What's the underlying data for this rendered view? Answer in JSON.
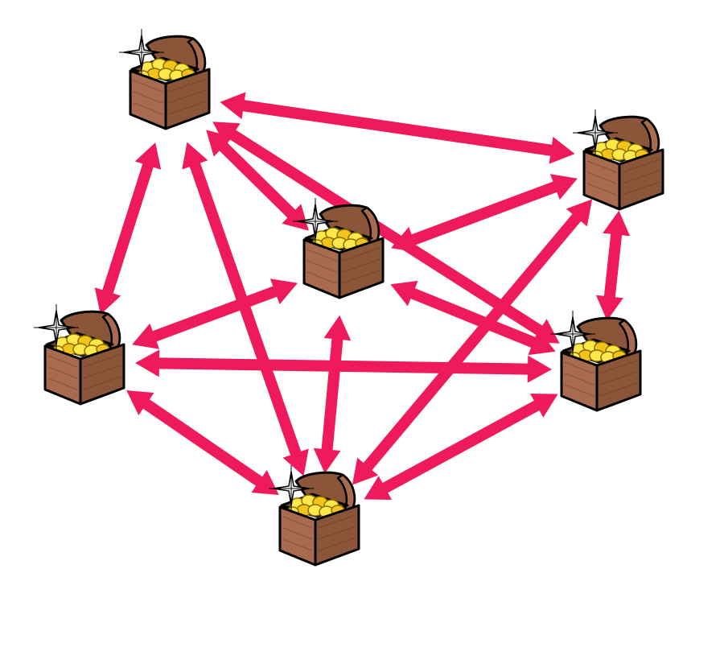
{
  "diagram": {
    "node_count": 6,
    "nodes": [
      {
        "id": "chest-top-left",
        "icon": "treasure-chest-icon"
      },
      {
        "id": "chest-top-right",
        "icon": "treasure-chest-icon"
      },
      {
        "id": "chest-center",
        "icon": "treasure-chest-icon"
      },
      {
        "id": "chest-middle-left",
        "icon": "treasure-chest-icon"
      },
      {
        "id": "chest-middle-right",
        "icon": "treasure-chest-icon"
      },
      {
        "id": "chest-bottom",
        "icon": "treasure-chest-icon"
      }
    ],
    "edges": [
      {
        "from": "chest-top-left",
        "to": "chest-top-right",
        "direction": "both"
      },
      {
        "from": "chest-top-left",
        "to": "chest-center",
        "direction": "both"
      },
      {
        "from": "chest-top-left",
        "to": "chest-middle-right",
        "direction": "both"
      },
      {
        "from": "chest-top-left",
        "to": "chest-middle-left",
        "direction": "both"
      },
      {
        "from": "chest-top-left",
        "to": "chest-bottom",
        "direction": "both"
      },
      {
        "from": "chest-center",
        "to": "chest-top-right",
        "direction": "both"
      },
      {
        "from": "chest-center",
        "to": "chest-middle-left",
        "direction": "both"
      },
      {
        "from": "chest-center",
        "to": "chest-middle-right",
        "direction": "both"
      },
      {
        "from": "chest-center",
        "to": "chest-bottom",
        "direction": "both"
      },
      {
        "from": "chest-top-right",
        "to": "chest-middle-right",
        "direction": "both"
      },
      {
        "from": "chest-top-right",
        "to": "chest-bottom",
        "direction": "both"
      },
      {
        "from": "chest-middle-left",
        "to": "chest-middle-right",
        "direction": "both"
      },
      {
        "from": "chest-middle-left",
        "to": "chest-bottom",
        "direction": "both"
      },
      {
        "from": "chest-middle-right",
        "to": "chest-bottom",
        "direction": "both"
      }
    ],
    "colors": {
      "arrow": "#ef1a5c",
      "chest_wood": "#a86b4f",
      "chest_wood_dark": "#8a5538",
      "chest_outline": "#000000",
      "gold": "#ffe94a",
      "gold_shade": "#f2c318",
      "sparkle": "#ffffff"
    }
  }
}
